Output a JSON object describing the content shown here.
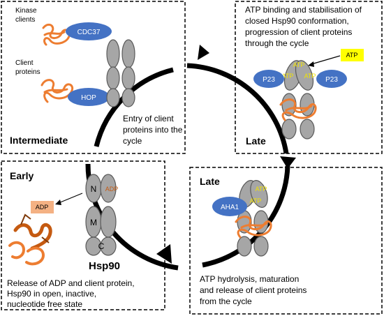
{
  "stages": {
    "intermediate": {
      "title": "Intermediate",
      "kinase_label_line1": "Kinase",
      "kinase_label_line2": "clients",
      "client_label_line1": "Client",
      "client_label_line2": "proteins",
      "cochaperone_1": "CDC37",
      "cochaperone_2": "HOP",
      "description": [
        "Entry of client",
        "proteins into the",
        "cycle"
      ]
    },
    "late_top": {
      "title": "Late",
      "description": [
        "ATP binding and stabilisation of",
        "closed Hsp90 conformation,",
        "progression of client proteins",
        "through the cycle"
      ],
      "atp_tag": "ATP",
      "atp_on_dimer": "ATP",
      "cochaperone_left": "P23",
      "cochaperone_right": "P23"
    },
    "late_bottom": {
      "title": "Late",
      "cochaperone": "AHA1",
      "atp_on_dimer": "ATP",
      "description": [
        "ATP hydrolysis, maturation",
        "and release of client proteins",
        "from the cycle"
      ]
    },
    "early": {
      "title": "Early",
      "adp_tag": "ADP",
      "adp_on_dimer": "ADP",
      "domain_n": "N",
      "domain_m": "M",
      "domain_c": "C",
      "protein_name": "Hsp90",
      "description": [
        "Release of ADP and client protein,",
        "Hsp90 in open, inactive,",
        "nucleotide free state"
      ]
    }
  },
  "colors": {
    "cochaperone": "#4472c4",
    "client": "#ed7d31",
    "hsp90": "#a6a6a6",
    "atp_tag": "#ffff00",
    "adp_tag": "#f4b183"
  }
}
